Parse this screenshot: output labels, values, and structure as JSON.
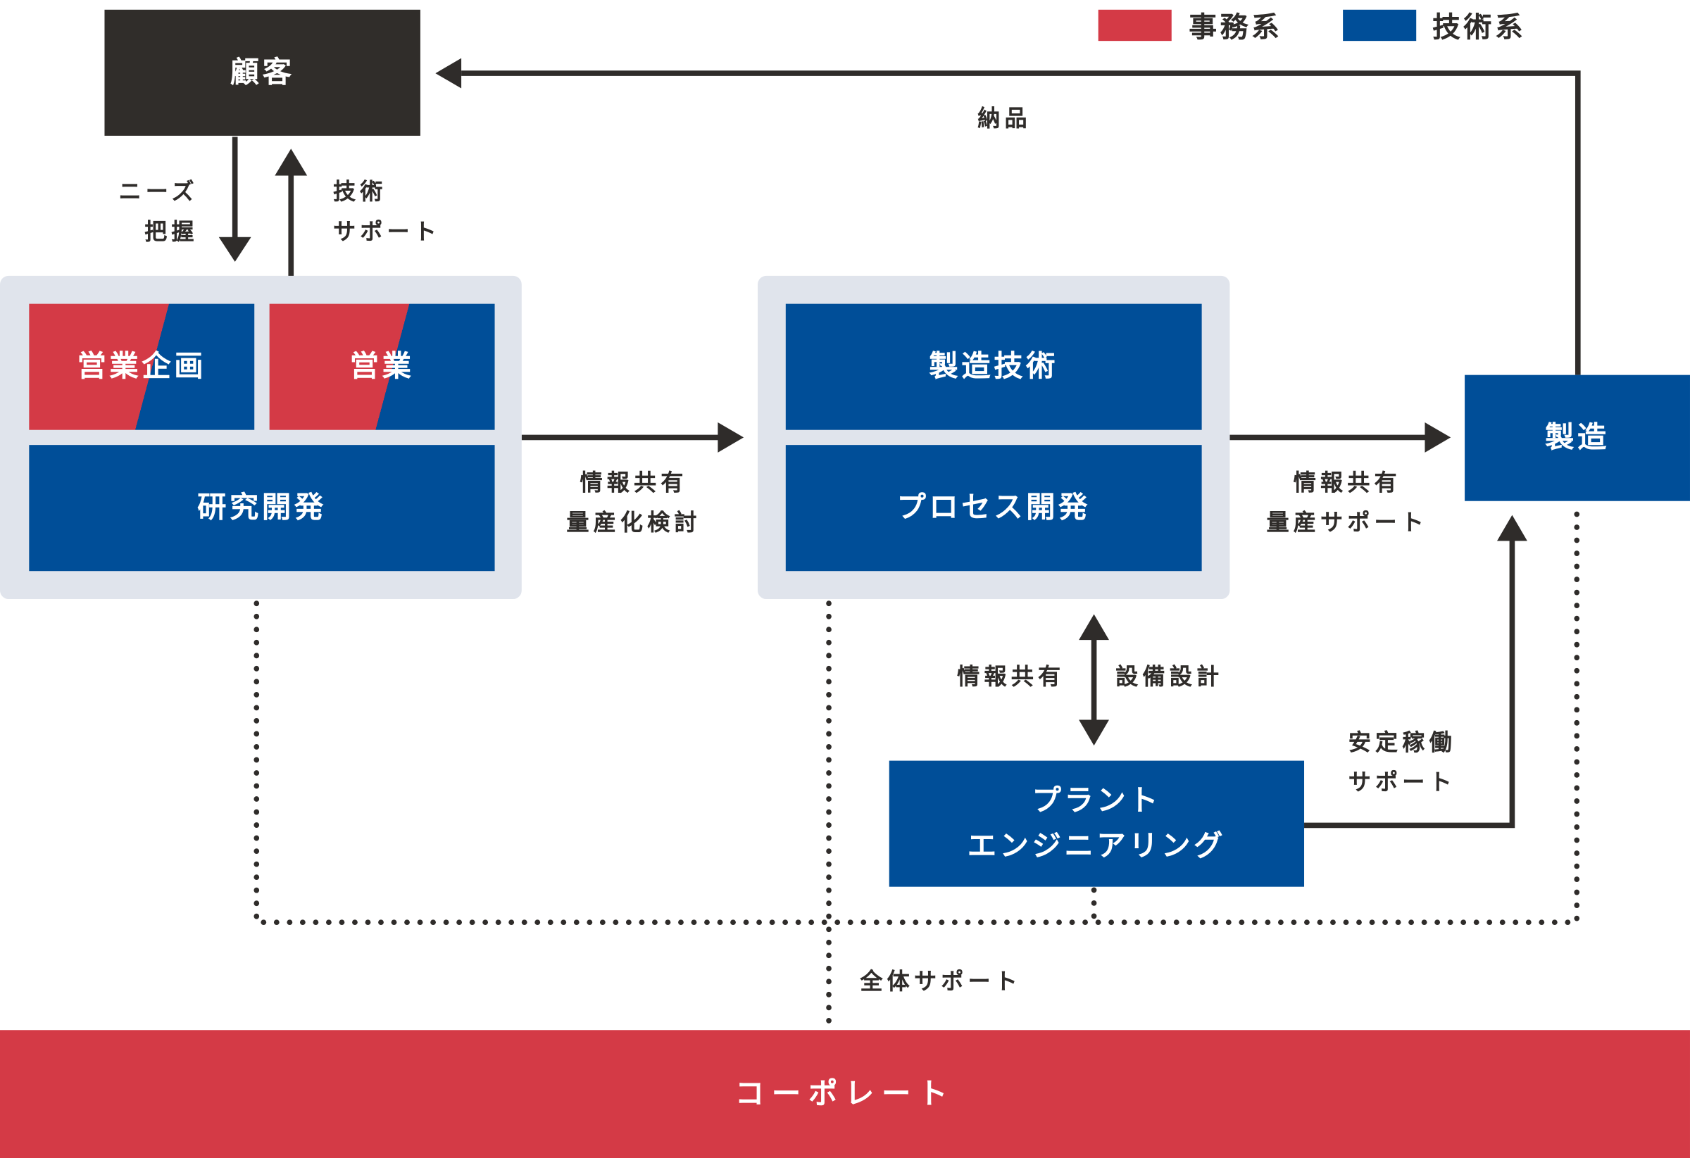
{
  "legend": {
    "items": [
      {
        "label": "事務系",
        "color": "#d43a46"
      },
      {
        "label": "技術系",
        "color": "#004e98"
      }
    ]
  },
  "colors": {
    "office": "#d43a46",
    "technical": "#004e98",
    "customer": "#302d2a",
    "group_bg": "#e0e4ec",
    "line": "#2f2c2a"
  },
  "nodes": {
    "customer": "顧客",
    "sales_planning": "営業企画",
    "sales": "営業",
    "rnd": "研究開発",
    "production_engineering": "製造技術",
    "process_development": "プロセス開発",
    "manufacturing": "製造",
    "plant_engineering_line1": "プラント",
    "plant_engineering_line2": "エンジニアリング",
    "corporate": "コーポレート"
  },
  "edge_labels": {
    "needs_line1": "ニーズ",
    "needs_line2": "把握",
    "tech_support_line1": "技術",
    "tech_support_line2": "サポート",
    "delivery": "納品",
    "rnd_to_prod_line1": "情報共有",
    "rnd_to_prod_line2": "量産化検討",
    "prod_to_mfg_line1": "情報共有",
    "prod_to_mfg_line2": "量産サポート",
    "info_share": "情報共有",
    "equipment_design": "設備設計",
    "stable_op_line1": "安定稼働",
    "stable_op_line2": "サポート",
    "overall_support": "全体サポート"
  }
}
